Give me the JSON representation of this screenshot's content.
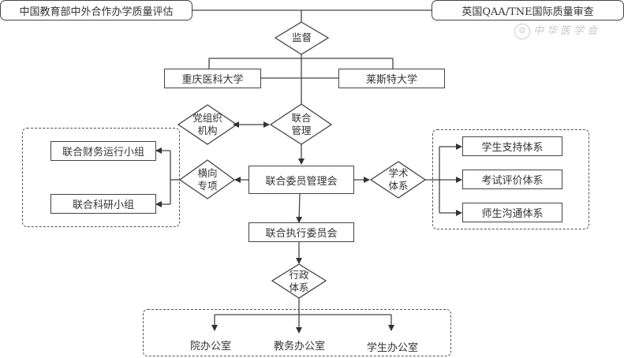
{
  "top": {
    "left_authority": "中国教育部中外合作办学质量评估",
    "right_authority": "英国QAA/TNE国际质量审查"
  },
  "watermark": {
    "text": "中华医学会",
    "icon": "society-emblem-icon"
  },
  "supervision": "监督",
  "universities": [
    "重庆医科大学",
    "莱斯特大学"
  ],
  "joint_management": "联合管理",
  "party_org": "党组织机构",
  "committee": "联合委员管理会",
  "horizontal": {
    "label": "横向专项",
    "items": [
      "联合财务运行小组",
      "联合科研小组"
    ]
  },
  "academic": {
    "label": "学术体系",
    "items": [
      "学生支持体系",
      "考试评价体系",
      "师生沟通体系"
    ]
  },
  "executive": "联合执行委员会",
  "administrative": {
    "label": "行政体系",
    "items": [
      "院办公室",
      "教务办公室",
      "学生办公室"
    ]
  }
}
